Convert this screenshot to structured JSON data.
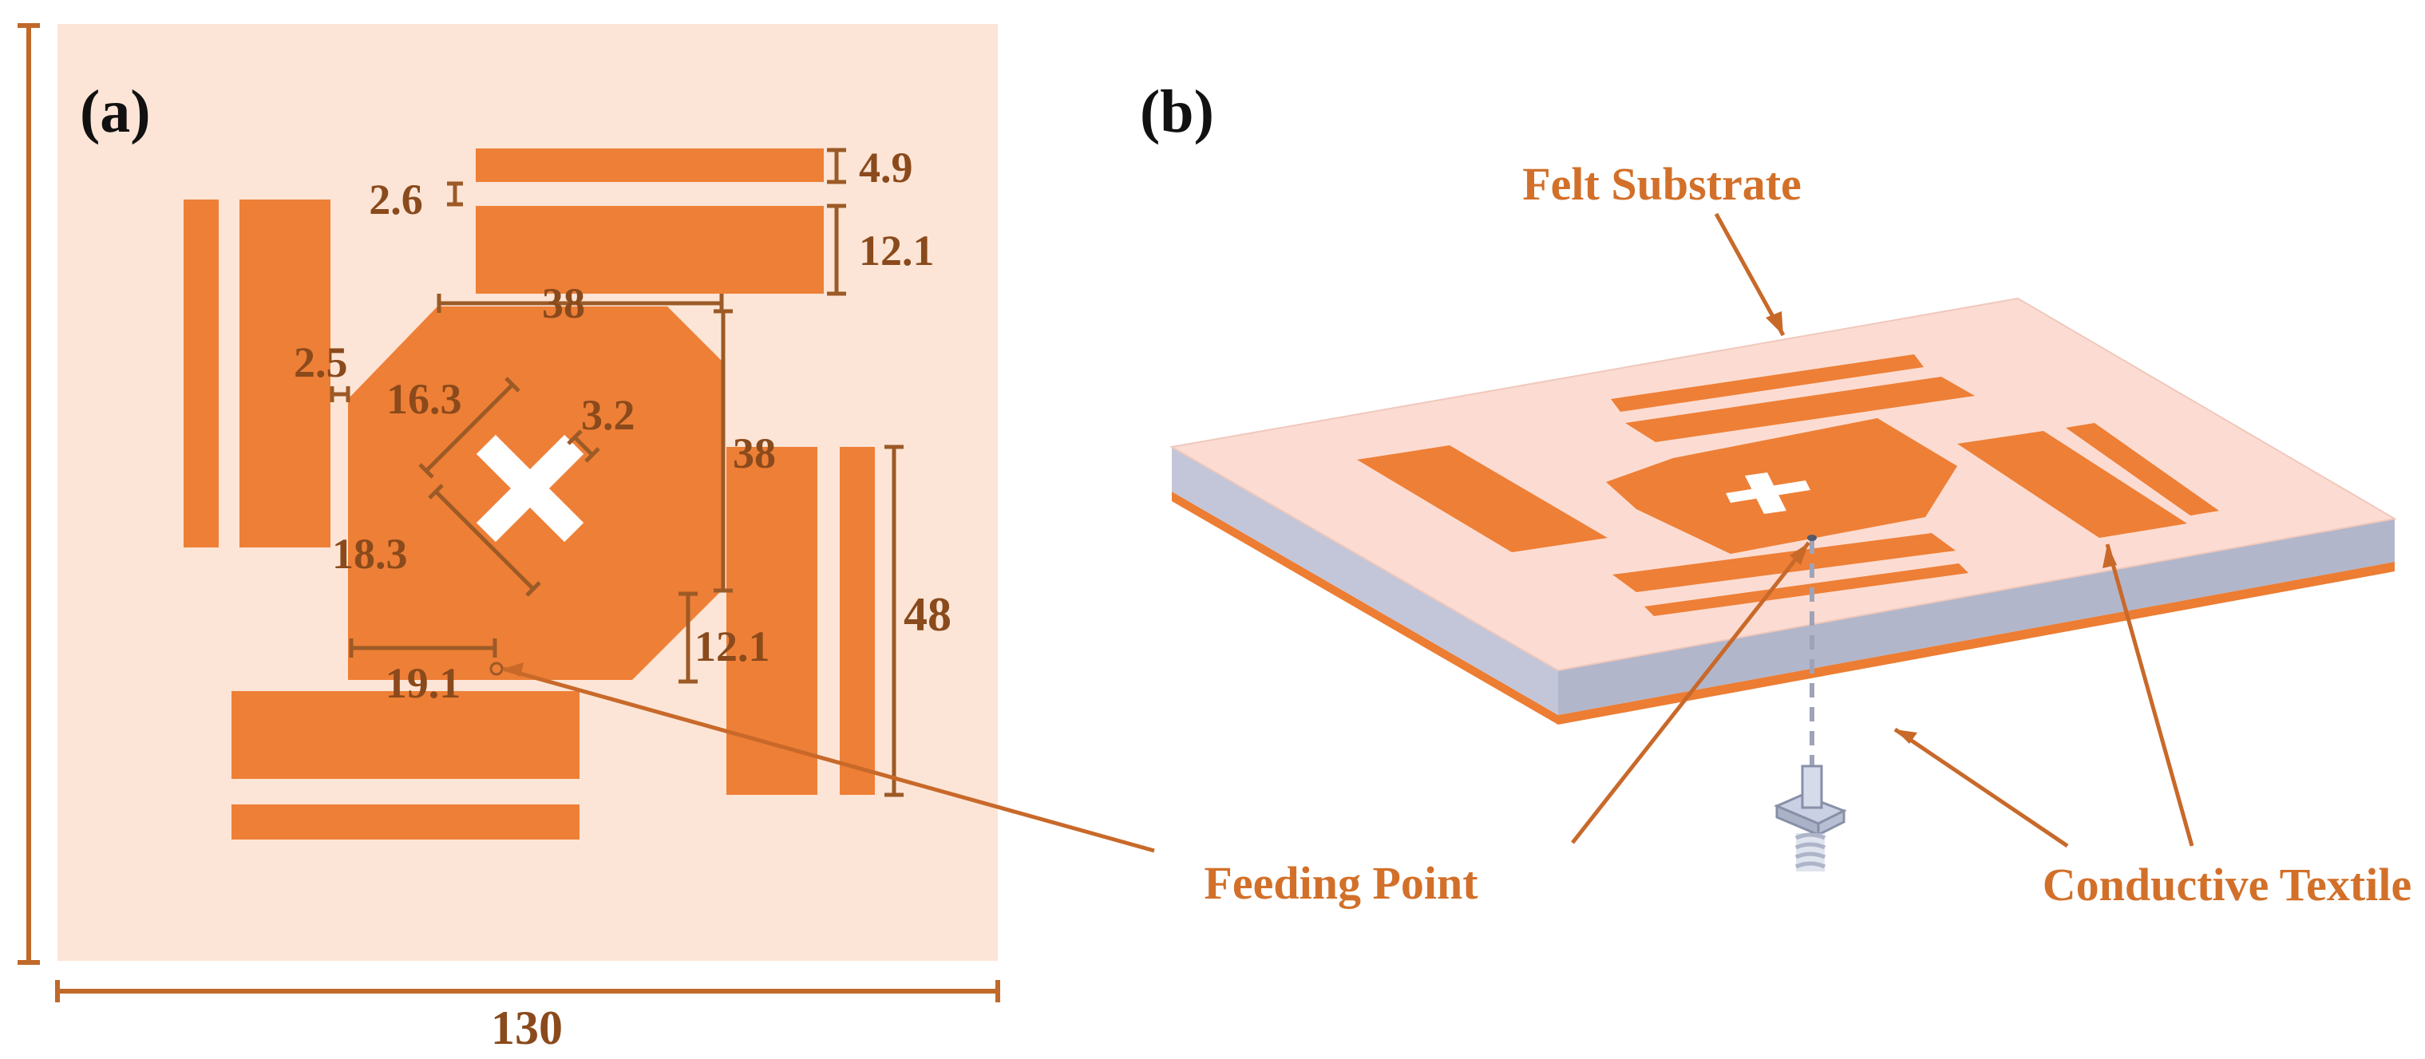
{
  "panel_a": {
    "label": "(a)",
    "dimensions": {
      "overall_width": "130",
      "gap_top_strips": "2.6",
      "top_thin_strip_width": "4.9",
      "top_thick_strip_width": "12.1",
      "octagon_width": "38",
      "gap_left_patch": "2.5",
      "slot_length_upper": "16.3",
      "slot_width": "3.2",
      "octagon_height": "38",
      "slot_length_lower": "18.3",
      "right_strip_length": "48",
      "right_strip_width": "12.1",
      "feed_offset": "19.1"
    }
  },
  "panel_b": {
    "label": "(b)",
    "callouts": {
      "substrate": "Felt Substrate",
      "feed": "Feeding Point",
      "textile": "Conductive Textile"
    }
  },
  "colors": {
    "substrate_2d": "#fce5d6",
    "copper": "#ee7f36",
    "substrate_3d_top": "#fcdcd2",
    "substrate_3d_side": "#bcc0d2",
    "ground": "#ec7d33",
    "dimension_line": "#9c5a26",
    "label_text": "#8a4a1c",
    "callout_text": "#d2702a"
  }
}
